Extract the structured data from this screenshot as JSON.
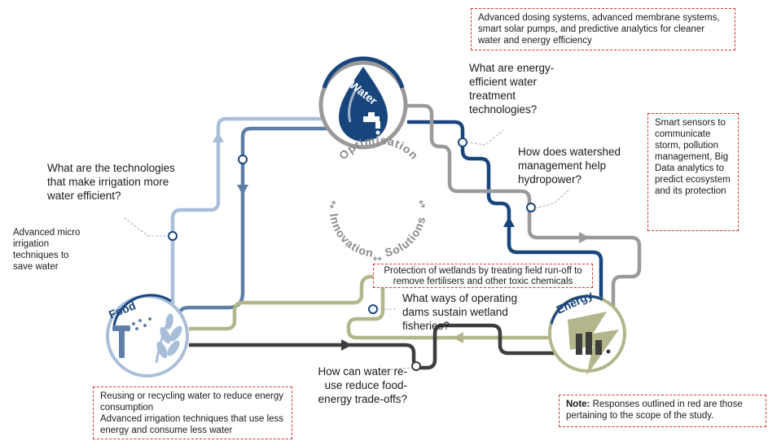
{
  "nodes": {
    "water": "Water",
    "food": "Food",
    "energy": "Energy"
  },
  "center": {
    "top": "Optimisation",
    "left": "Innovation",
    "right": "Solutions"
  },
  "questions": {
    "water_energy": "What are energy-efficient water treatment technologies?",
    "watershed": "How does watershed management help hydropower?",
    "irrigation": "What are the technologies that make irrigation more water efficient?",
    "dams": "What ways of operating dams sustain wetland fisheries?",
    "reuse": "How can water re-use reduce food-energy trade-offs?"
  },
  "responses": {
    "water_tech": "Advanced dosing systems, advanced membrane systems, smart solar pumps, and predictive analytics for cleaner water and energy efficiency",
    "sensors": "Smart sensors to communicate storm, pollution management, Big Data analytics to predict ecosystem and its protection",
    "wetlands": "Protection of wetlands by treating field run-off to remove fertilisers and other toxic chemicals",
    "food_line1": "Reusing or recycling water to reduce energy consumption",
    "food_line2": "Advanced irrigation techniques that use less energy and consume less water"
  },
  "micro_irrigation": "Advanced micro irrigation techniques to save water",
  "note": {
    "label": "Note:",
    "text": "Responses outlined in red are those pertaining to the scope of the study."
  },
  "colors": {
    "light_blue": "#a9bfd9",
    "slate_blue": "#5f7fa6",
    "navy": "#18457c",
    "grey": "#9a9a9a",
    "olive": "#b3b58a",
    "charcoal": "#3d3d3d",
    "outline_red": "#e0302f"
  }
}
